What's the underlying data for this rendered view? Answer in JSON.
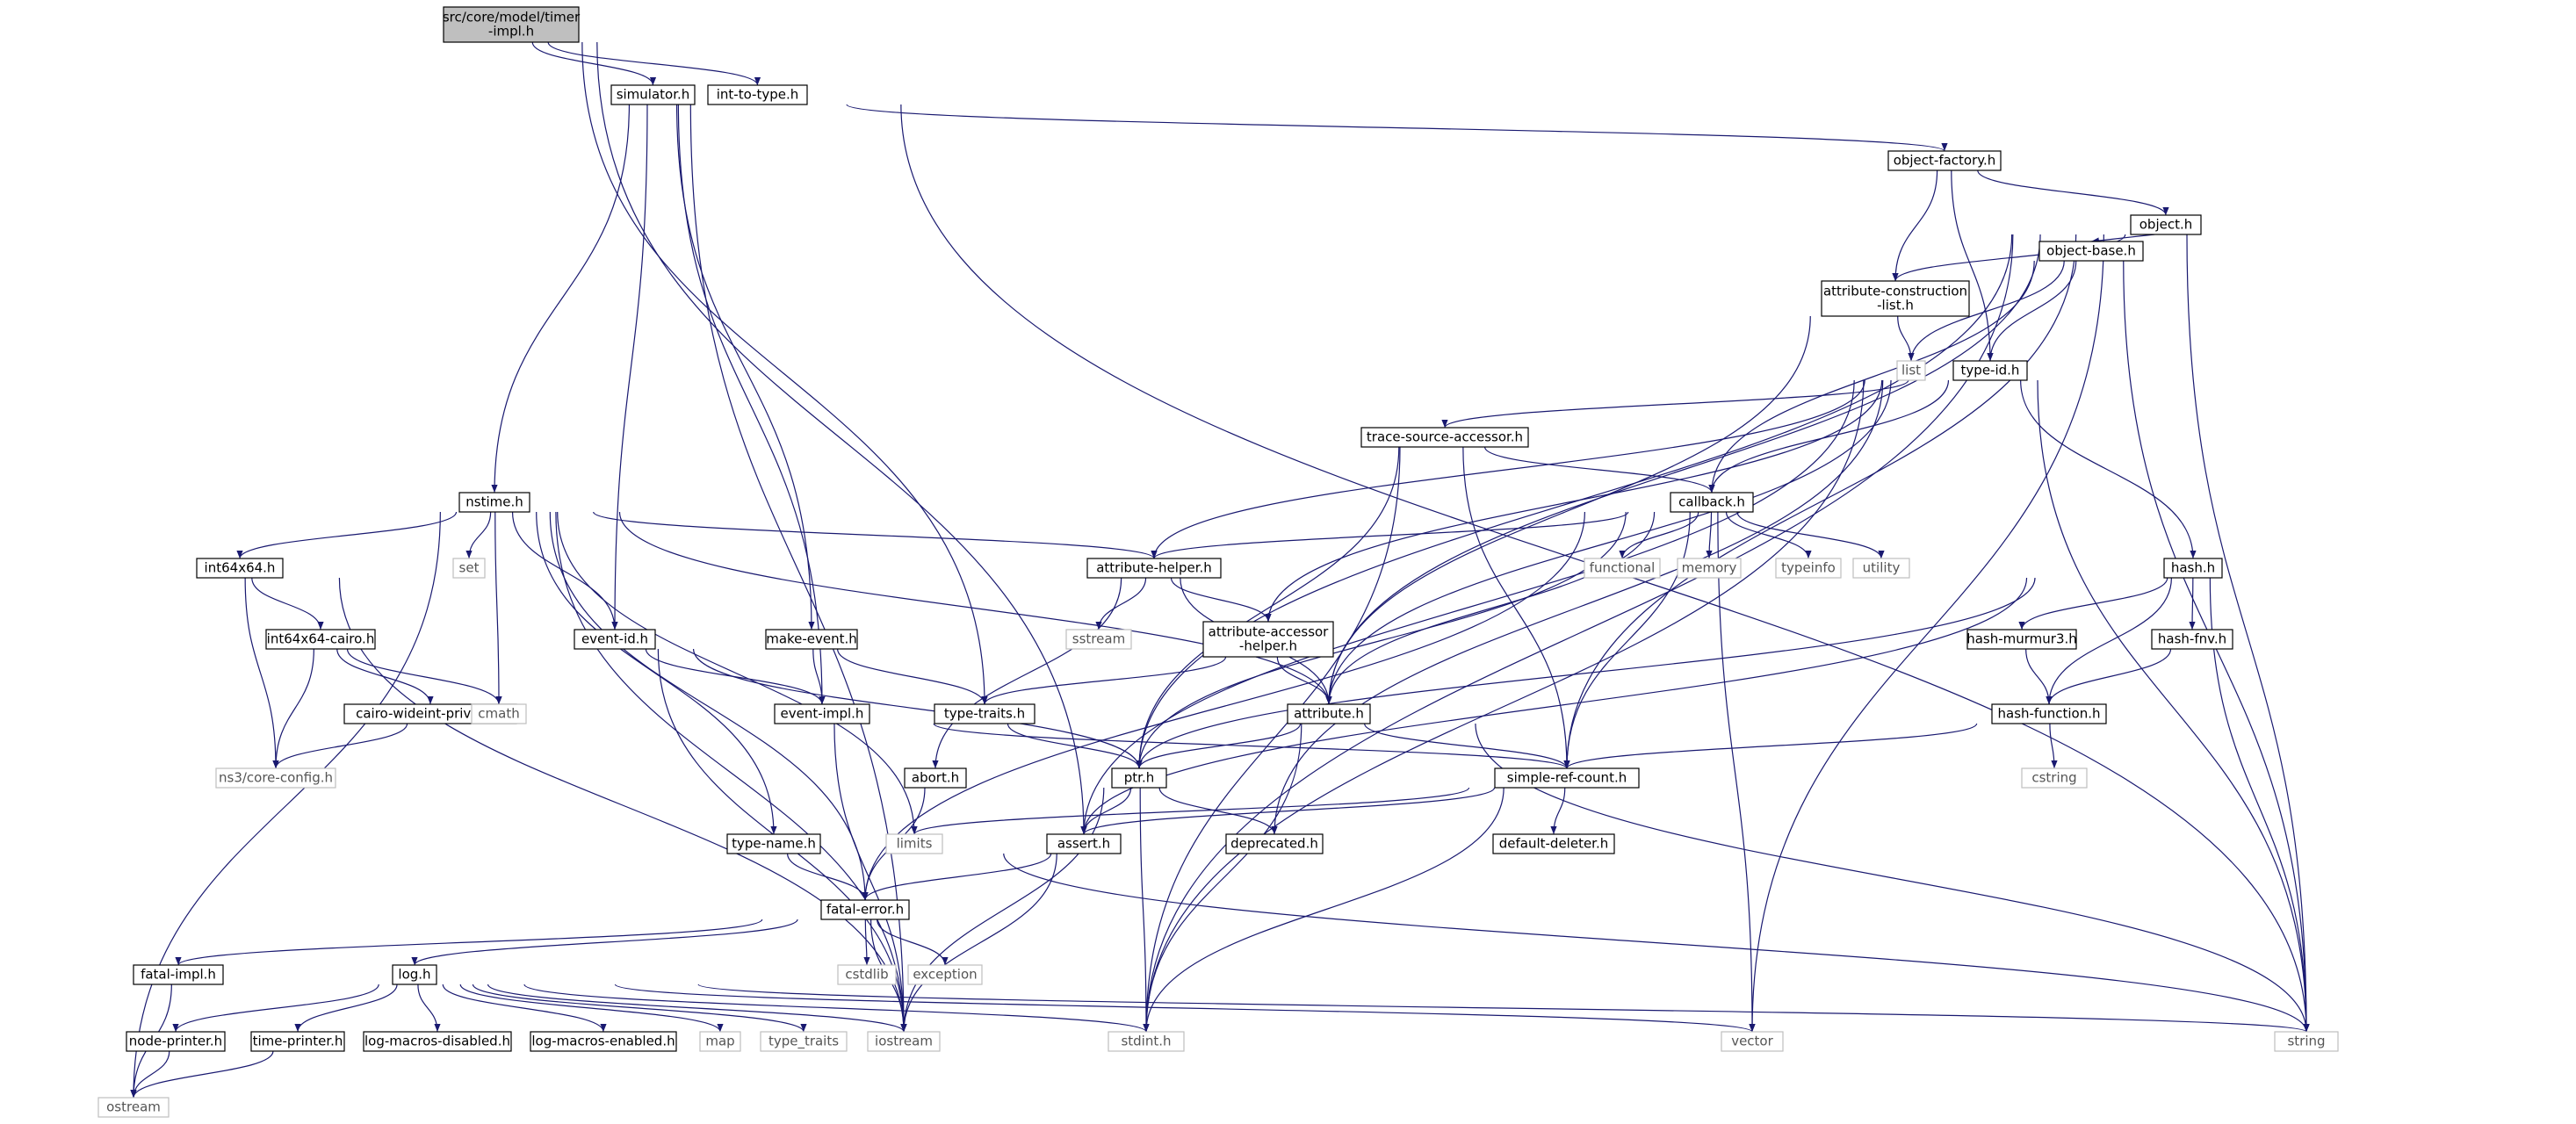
{
  "colors": {
    "edge": "#191970",
    "node_border": "#000000",
    "external_border": "#bfbfbf",
    "root_fill": "#bfbfbf",
    "text": "#000000",
    "external_text": "#555555"
  },
  "nodes": [
    {
      "id": "root",
      "lines": [
        "src/core/model/timer",
        "-impl.h"
      ],
      "kind": "root"
    },
    {
      "id": "simulator",
      "lines": [
        "simulator.h"
      ],
      "kind": "normal"
    },
    {
      "id": "int-to-type",
      "lines": [
        "int-to-type.h"
      ],
      "kind": "normal"
    },
    {
      "id": "object-factory",
      "lines": [
        "object-factory.h"
      ],
      "kind": "normal"
    },
    {
      "id": "object",
      "lines": [
        "object.h"
      ],
      "kind": "normal"
    },
    {
      "id": "attr-construction",
      "lines": [
        "attribute-construction",
        "-list.h"
      ],
      "kind": "normal"
    },
    {
      "id": "object-base",
      "lines": [
        "object-base.h"
      ],
      "kind": "normal"
    },
    {
      "id": "list",
      "lines": [
        "list"
      ],
      "kind": "external"
    },
    {
      "id": "type-id",
      "lines": [
        "type-id.h"
      ],
      "kind": "normal"
    },
    {
      "id": "trace-source",
      "lines": [
        "trace-source-accessor.h"
      ],
      "kind": "normal"
    },
    {
      "id": "nstime",
      "lines": [
        "nstime.h"
      ],
      "kind": "normal"
    },
    {
      "id": "callback",
      "lines": [
        "callback.h"
      ],
      "kind": "normal"
    },
    {
      "id": "set",
      "lines": [
        "set"
      ],
      "kind": "external"
    },
    {
      "id": "int64x64",
      "lines": [
        "int64x64.h"
      ],
      "kind": "normal"
    },
    {
      "id": "attribute-helper",
      "lines": [
        "attribute-helper.h"
      ],
      "kind": "normal"
    },
    {
      "id": "functional",
      "lines": [
        "functional"
      ],
      "kind": "external"
    },
    {
      "id": "memory",
      "lines": [
        "memory"
      ],
      "kind": "external"
    },
    {
      "id": "typeinfo",
      "lines": [
        "typeinfo"
      ],
      "kind": "external"
    },
    {
      "id": "utility",
      "lines": [
        "utility"
      ],
      "kind": "external"
    },
    {
      "id": "hash",
      "lines": [
        "hash.h"
      ],
      "kind": "normal"
    },
    {
      "id": "int64x64-cairo",
      "lines": [
        "int64x64-cairo.h"
      ],
      "kind": "normal"
    },
    {
      "id": "event-id",
      "lines": [
        "event-id.h"
      ],
      "kind": "normal"
    },
    {
      "id": "make-event",
      "lines": [
        "make-event.h"
      ],
      "kind": "normal"
    },
    {
      "id": "sstream",
      "lines": [
        "sstream"
      ],
      "kind": "external"
    },
    {
      "id": "attr-accessor",
      "lines": [
        "attribute-accessor",
        "-helper.h"
      ],
      "kind": "normal"
    },
    {
      "id": "hash-murmur3",
      "lines": [
        "hash-murmur3.h"
      ],
      "kind": "normal"
    },
    {
      "id": "hash-fnv",
      "lines": [
        "hash-fnv.h"
      ],
      "kind": "normal"
    },
    {
      "id": "cairo-wideint",
      "lines": [
        "cairo-wideint-private.h"
      ],
      "kind": "normal"
    },
    {
      "id": "cmath",
      "lines": [
        "cmath"
      ],
      "kind": "external"
    },
    {
      "id": "event-impl",
      "lines": [
        "event-impl.h"
      ],
      "kind": "normal"
    },
    {
      "id": "type-traits-h",
      "lines": [
        "type-traits.h"
      ],
      "kind": "normal"
    },
    {
      "id": "attribute",
      "lines": [
        "attribute.h"
      ],
      "kind": "normal"
    },
    {
      "id": "hash-function",
      "lines": [
        "hash-function.h"
      ],
      "kind": "normal"
    },
    {
      "id": "ns3-core-config",
      "lines": [
        "ns3/core-config.h"
      ],
      "kind": "external"
    },
    {
      "id": "abort",
      "lines": [
        "abort.h"
      ],
      "kind": "normal"
    },
    {
      "id": "ptr",
      "lines": [
        "ptr.h"
      ],
      "kind": "normal"
    },
    {
      "id": "simple-ref-count",
      "lines": [
        "simple-ref-count.h"
      ],
      "kind": "normal"
    },
    {
      "id": "cstring",
      "lines": [
        "cstring"
      ],
      "kind": "external"
    },
    {
      "id": "limits",
      "lines": [
        "limits"
      ],
      "kind": "external"
    },
    {
      "id": "type-name",
      "lines": [
        "type-name.h"
      ],
      "kind": "normal"
    },
    {
      "id": "assert",
      "lines": [
        "assert.h"
      ],
      "kind": "normal"
    },
    {
      "id": "deprecated",
      "lines": [
        "deprecated.h"
      ],
      "kind": "normal"
    },
    {
      "id": "default-deleter",
      "lines": [
        "default-deleter.h"
      ],
      "kind": "normal"
    },
    {
      "id": "fatal-error",
      "lines": [
        "fatal-error.h"
      ],
      "kind": "normal"
    },
    {
      "id": "fatal-impl",
      "lines": [
        "fatal-impl.h"
      ],
      "kind": "normal"
    },
    {
      "id": "log",
      "lines": [
        "log.h"
      ],
      "kind": "normal"
    },
    {
      "id": "cstdlib",
      "lines": [
        "cstdlib"
      ],
      "kind": "external"
    },
    {
      "id": "exception",
      "lines": [
        "exception"
      ],
      "kind": "external"
    },
    {
      "id": "node-printer",
      "lines": [
        "node-printer.h"
      ],
      "kind": "normal"
    },
    {
      "id": "time-printer",
      "lines": [
        "time-printer.h"
      ],
      "kind": "normal"
    },
    {
      "id": "log-macros-disabled",
      "lines": [
        "log-macros-disabled.h"
      ],
      "kind": "normal"
    },
    {
      "id": "log-macros-enabled",
      "lines": [
        "log-macros-enabled.h"
      ],
      "kind": "normal"
    },
    {
      "id": "map",
      "lines": [
        "map"
      ],
      "kind": "external"
    },
    {
      "id": "type_traits",
      "lines": [
        "type_traits"
      ],
      "kind": "external"
    },
    {
      "id": "iostream",
      "lines": [
        "iostream"
      ],
      "kind": "external"
    },
    {
      "id": "stdint",
      "lines": [
        "stdint.h"
      ],
      "kind": "external"
    },
    {
      "id": "vector",
      "lines": [
        "vector"
      ],
      "kind": "external"
    },
    {
      "id": "string",
      "lines": [
        "string"
      ],
      "kind": "external"
    },
    {
      "id": "ostream",
      "lines": [
        "ostream"
      ],
      "kind": "external"
    }
  ],
  "edges": [
    [
      "root",
      "simulator"
    ],
    [
      "root",
      "int-to-type"
    ],
    [
      "root",
      "type-traits-h"
    ],
    [
      "root",
      "assert"
    ],
    [
      "simulator",
      "object-factory"
    ],
    [
      "simulator",
      "nstime"
    ],
    [
      "simulator",
      "event-id"
    ],
    [
      "simulator",
      "event-impl"
    ],
    [
      "simulator",
      "make-event"
    ],
    [
      "simulator",
      "string"
    ],
    [
      "simulator",
      "iostream"
    ],
    [
      "object-factory",
      "object"
    ],
    [
      "object-factory",
      "attr-construction"
    ],
    [
      "object-factory",
      "type-id"
    ],
    [
      "object",
      "object-base"
    ],
    [
      "object",
      "attr-construction"
    ],
    [
      "object",
      "ptr"
    ],
    [
      "object",
      "attribute"
    ],
    [
      "object",
      "simple-ref-count"
    ],
    [
      "object",
      "vector"
    ],
    [
      "object",
      "stdint"
    ],
    [
      "object",
      "string"
    ],
    [
      "attr-construction",
      "list"
    ],
    [
      "attr-construction",
      "attribute"
    ],
    [
      "object-base",
      "type-id"
    ],
    [
      "object-base",
      "callback"
    ],
    [
      "object-base",
      "list"
    ],
    [
      "object-base",
      "string"
    ],
    [
      "type-id",
      "trace-source"
    ],
    [
      "type-id",
      "callback"
    ],
    [
      "type-id",
      "attribute-helper"
    ],
    [
      "type-id",
      "attr-accessor"
    ],
    [
      "type-id",
      "hash"
    ],
    [
      "type-id",
      "attribute"
    ],
    [
      "type-id",
      "deprecated"
    ],
    [
      "type-id",
      "stdint"
    ],
    [
      "type-id",
      "string"
    ],
    [
      "type-id",
      "assert"
    ],
    [
      "trace-source",
      "callback"
    ],
    [
      "trace-source",
      "ptr"
    ],
    [
      "trace-source",
      "simple-ref-count"
    ],
    [
      "trace-source",
      "stdint"
    ],
    [
      "callback",
      "attribute-helper"
    ],
    [
      "callback",
      "functional"
    ],
    [
      "callback",
      "memory"
    ],
    [
      "callback",
      "typeinfo"
    ],
    [
      "callback",
      "utility"
    ],
    [
      "callback",
      "ptr"
    ],
    [
      "callback",
      "simple-ref-count"
    ],
    [
      "callback",
      "attribute"
    ],
    [
      "callback",
      "fatal-error"
    ],
    [
      "callback",
      "vector"
    ],
    [
      "nstime",
      "attribute-helper"
    ],
    [
      "nstime",
      "set"
    ],
    [
      "nstime",
      "int64x64"
    ],
    [
      "nstime",
      "event-id"
    ],
    [
      "nstime",
      "cmath"
    ],
    [
      "nstime",
      "limits"
    ],
    [
      "nstime",
      "type-name"
    ],
    [
      "nstime",
      "attribute"
    ],
    [
      "nstime",
      "iostream"
    ],
    [
      "nstime",
      "ostream"
    ],
    [
      "nstime",
      "fatal-error"
    ],
    [
      "int64x64",
      "int64x64-cairo"
    ],
    [
      "int64x64",
      "ns3-core-config"
    ],
    [
      "int64x64",
      "iostream"
    ],
    [
      "int64x64-cairo",
      "cairo-wideint"
    ],
    [
      "int64x64-cairo",
      "cmath"
    ],
    [
      "int64x64-cairo",
      "ns3-core-config"
    ],
    [
      "cairo-wideint",
      "ns3-core-config"
    ],
    [
      "attribute-helper",
      "attr-accessor"
    ],
    [
      "attribute-helper",
      "sstream"
    ],
    [
      "attribute-helper",
      "abort"
    ],
    [
      "attribute-helper",
      "attribute"
    ],
    [
      "attr-accessor",
      "attribute"
    ],
    [
      "attr-accessor",
      "type-traits-h"
    ],
    [
      "event-id",
      "event-impl"
    ],
    [
      "event-id",
      "ptr"
    ],
    [
      "event-id",
      "iostream"
    ],
    [
      "make-event",
      "event-impl"
    ],
    [
      "make-event",
      "type-traits-h"
    ],
    [
      "event-impl",
      "simple-ref-count"
    ],
    [
      "event-impl",
      "iostream"
    ],
    [
      "type-traits-h",
      "ptr"
    ],
    [
      "attribute",
      "ptr"
    ],
    [
      "attribute",
      "simple-ref-count"
    ],
    [
      "attribute",
      "string"
    ],
    [
      "attribute",
      "stdint"
    ],
    [
      "hash",
      "hash-murmur3"
    ],
    [
      "hash",
      "hash-fnv"
    ],
    [
      "hash",
      "hash-function"
    ],
    [
      "hash",
      "string"
    ],
    [
      "hash",
      "assert"
    ],
    [
      "hash",
      "ptr"
    ],
    [
      "hash-murmur3",
      "hash-function"
    ],
    [
      "hash-fnv",
      "hash-function"
    ],
    [
      "hash-function",
      "simple-ref-count"
    ],
    [
      "hash-function",
      "cstring"
    ],
    [
      "abort",
      "fatal-error"
    ],
    [
      "ptr",
      "assert"
    ],
    [
      "ptr",
      "deprecated"
    ],
    [
      "ptr",
      "iostream"
    ],
    [
      "ptr",
      "stdint"
    ],
    [
      "simple-ref-count",
      "assert"
    ],
    [
      "simple-ref-count",
      "default-deleter"
    ],
    [
      "simple-ref-count",
      "limits"
    ],
    [
      "simple-ref-count",
      "stdint"
    ],
    [
      "type-name",
      "fatal-error"
    ],
    [
      "type-name",
      "string"
    ],
    [
      "assert",
      "fatal-error"
    ],
    [
      "assert",
      "iostream"
    ],
    [
      "fatal-error",
      "fatal-impl"
    ],
    [
      "fatal-error",
      "log"
    ],
    [
      "fatal-error",
      "cstdlib"
    ],
    [
      "fatal-error",
      "exception"
    ],
    [
      "fatal-error",
      "iostream"
    ],
    [
      "fatal-impl",
      "ostream"
    ],
    [
      "log",
      "node-printer"
    ],
    [
      "log",
      "time-printer"
    ],
    [
      "log",
      "log-macros-disabled"
    ],
    [
      "log",
      "log-macros-enabled"
    ],
    [
      "log",
      "map"
    ],
    [
      "log",
      "type_traits"
    ],
    [
      "log",
      "iostream"
    ],
    [
      "log",
      "stdint"
    ],
    [
      "log",
      "vector"
    ],
    [
      "log",
      "string"
    ],
    [
      "node-printer",
      "ostream"
    ],
    [
      "time-printer",
      "ostream"
    ]
  ]
}
